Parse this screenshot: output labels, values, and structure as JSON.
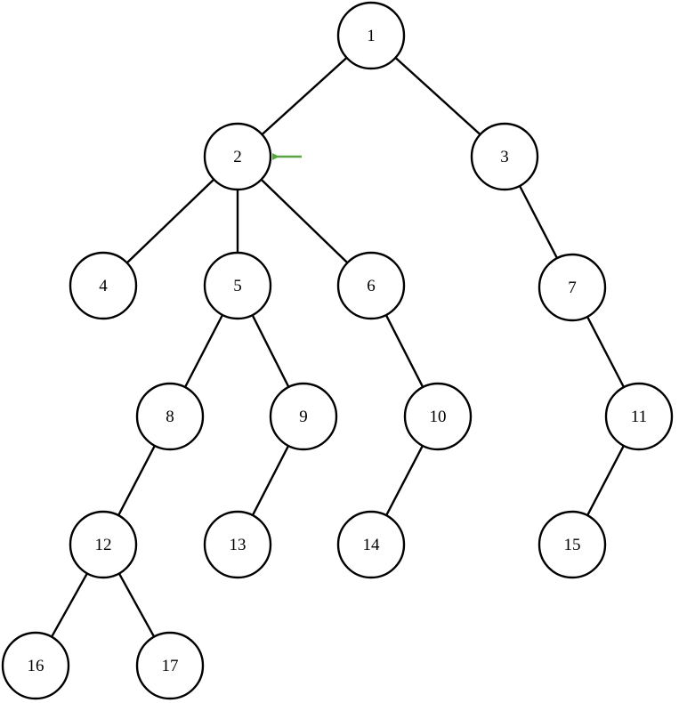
{
  "colors": {
    "pointer": "#5ba345",
    "line": "#000000",
    "node_fill": "#ffffff"
  },
  "tree": {
    "nodes": [
      {
        "id": "1",
        "label": "1"
      },
      {
        "id": "2",
        "label": "2"
      },
      {
        "id": "3",
        "label": "3"
      },
      {
        "id": "4",
        "label": "4"
      },
      {
        "id": "5",
        "label": "5"
      },
      {
        "id": "6",
        "label": "6"
      },
      {
        "id": "7",
        "label": "7"
      },
      {
        "id": "8",
        "label": "8"
      },
      {
        "id": "9",
        "label": "9"
      },
      {
        "id": "10",
        "label": "10"
      },
      {
        "id": "11",
        "label": "11"
      },
      {
        "id": "12",
        "label": "12"
      },
      {
        "id": "13",
        "label": "13"
      },
      {
        "id": "14",
        "label": "14"
      },
      {
        "id": "15",
        "label": "15"
      },
      {
        "id": "16",
        "label": "16"
      },
      {
        "id": "17",
        "label": "17"
      }
    ],
    "edges": [
      [
        "1",
        "2"
      ],
      [
        "1",
        "3"
      ],
      [
        "2",
        "4"
      ],
      [
        "2",
        "5"
      ],
      [
        "2",
        "6"
      ],
      [
        "3",
        "7"
      ],
      [
        "5",
        "8"
      ],
      [
        "5",
        "9"
      ],
      [
        "6",
        "10"
      ],
      [
        "7",
        "11"
      ],
      [
        "8",
        "12"
      ],
      [
        "9",
        "13"
      ],
      [
        "10",
        "14"
      ],
      [
        "11",
        "15"
      ],
      [
        "12",
        "16"
      ],
      [
        "12",
        "17"
      ]
    ],
    "highlighted_node": "2",
    "pointer_icon": "arrow-left-icon"
  }
}
